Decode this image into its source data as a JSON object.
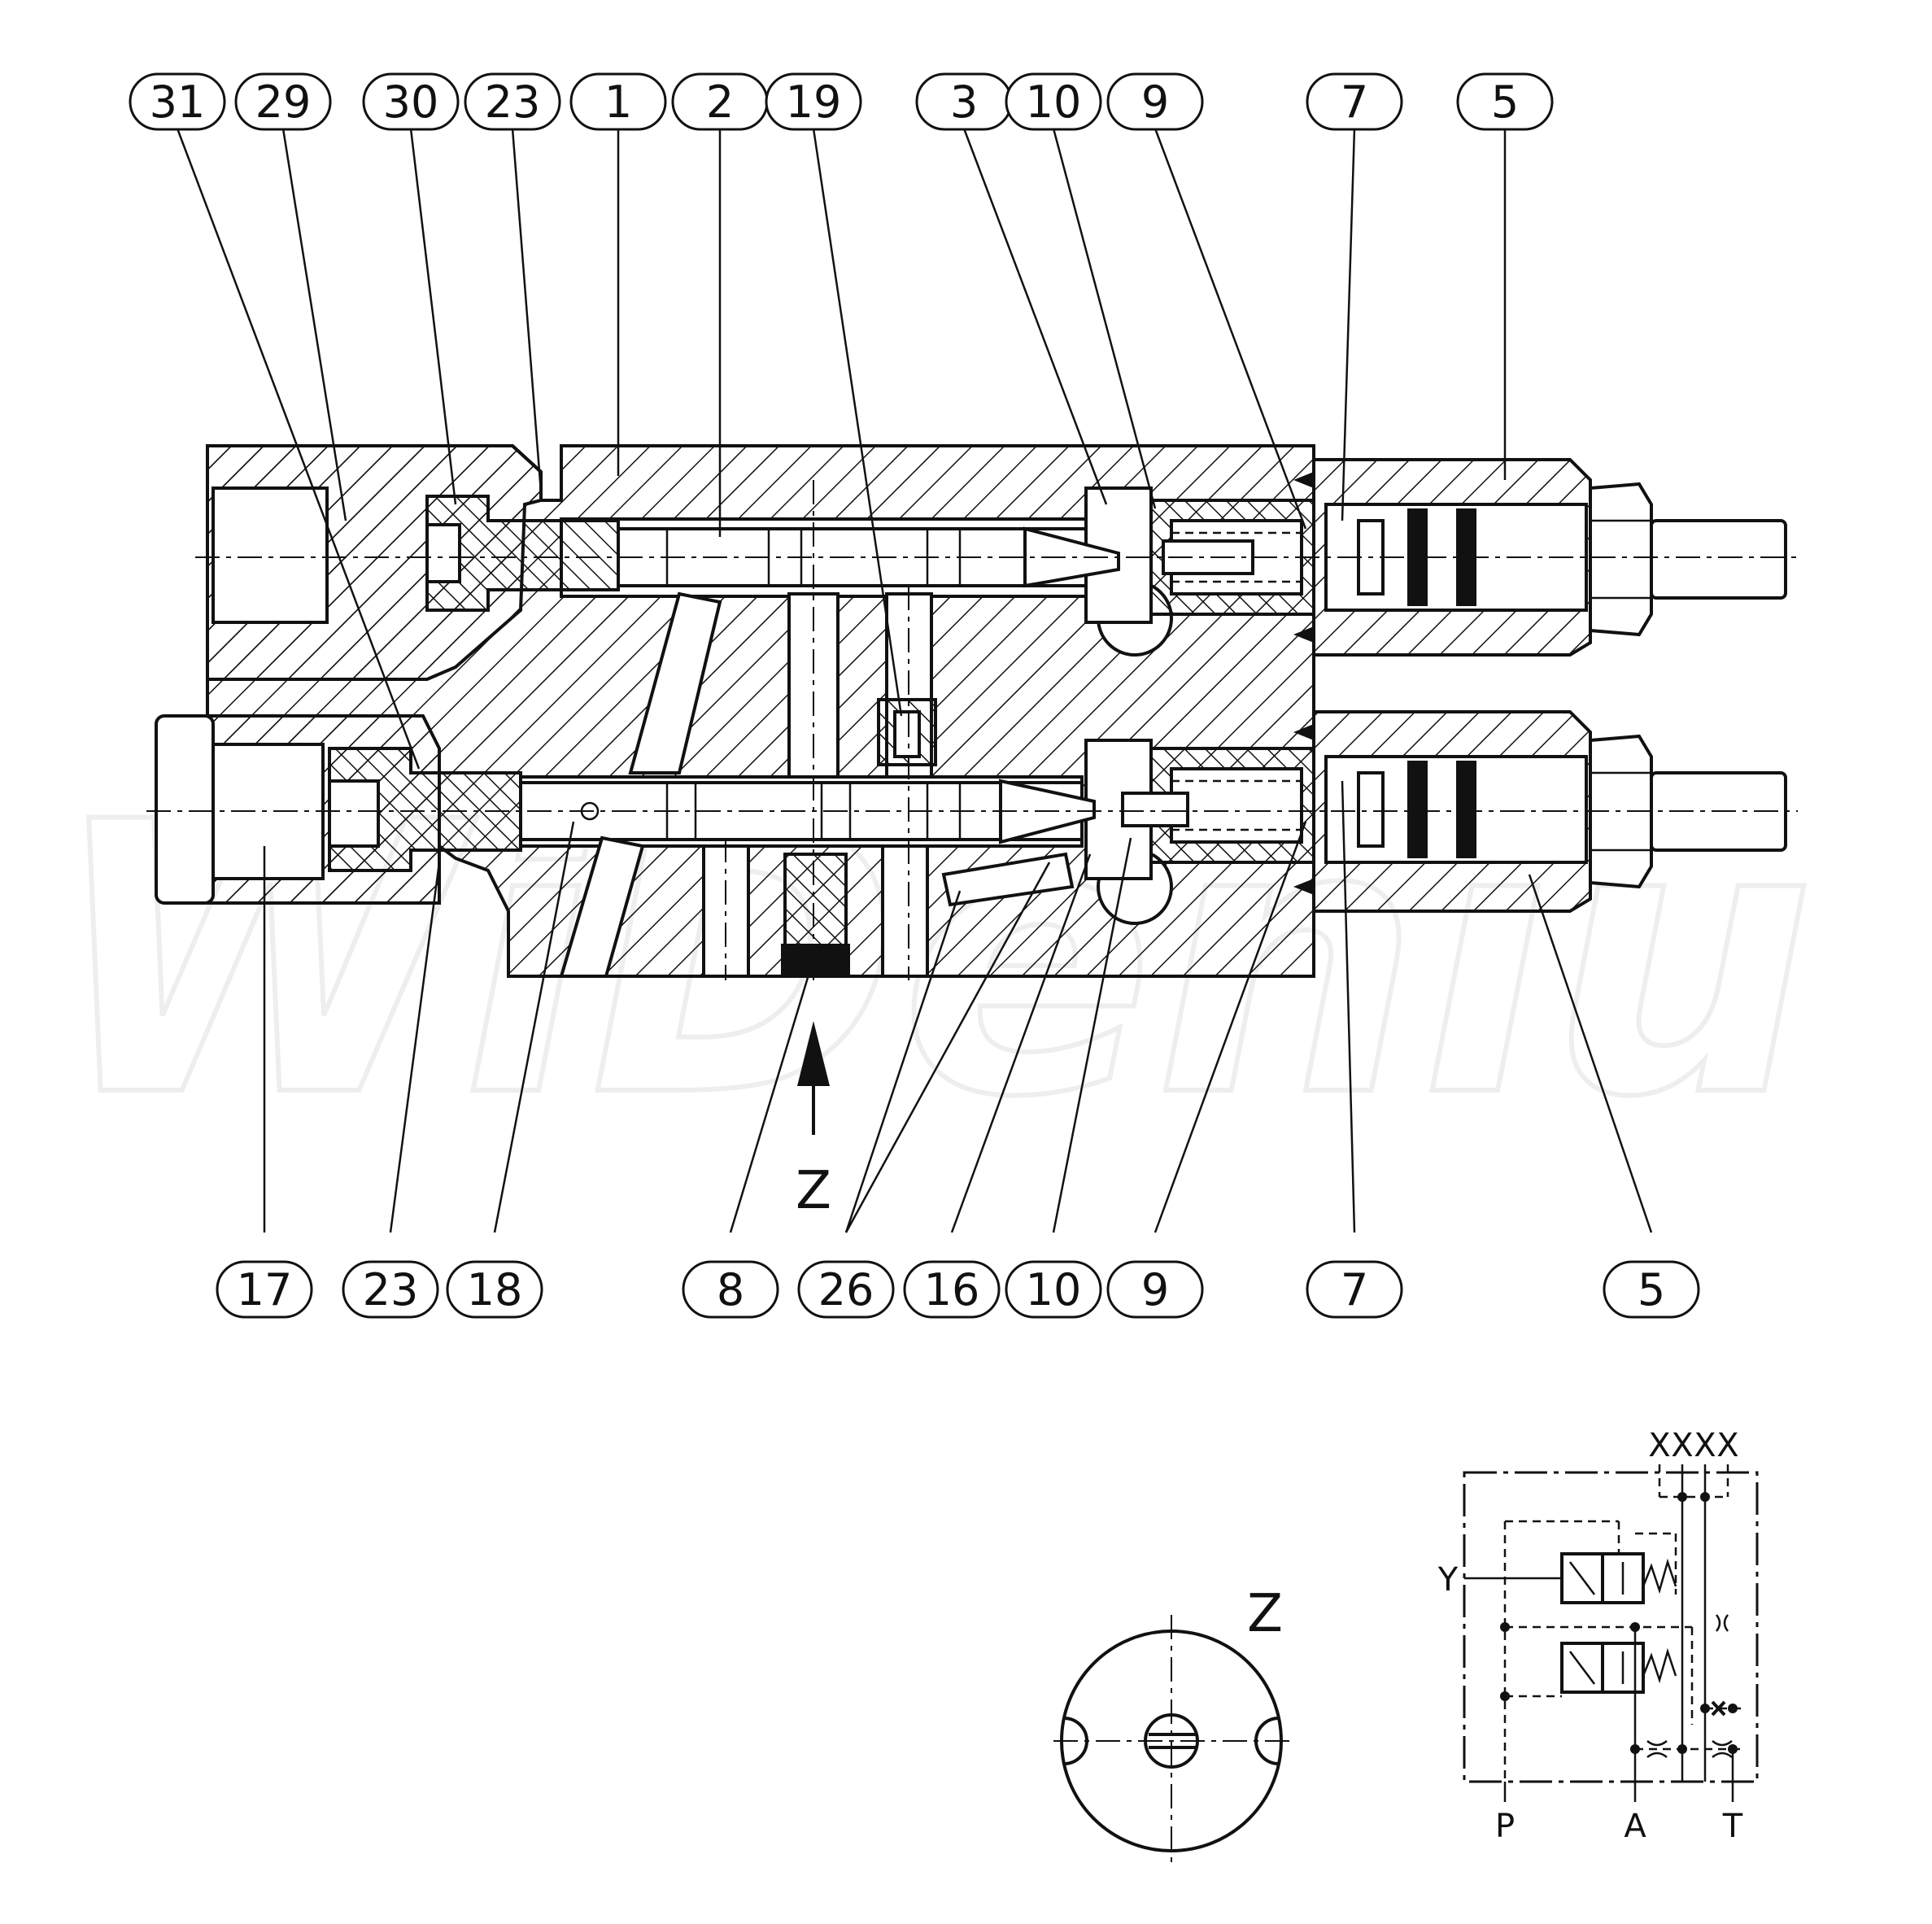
{
  "watermark": "WiDeniu",
  "top_labels": [
    "31",
    "29",
    "30",
    "23",
    "1",
    "2",
    "19",
    "3",
    "10",
    "9",
    "7",
    "5"
  ],
  "bottom_labels": [
    "17",
    "23",
    "18",
    "8",
    "26",
    "16",
    "10",
    "9",
    "7",
    "5"
  ],
  "view_arrow_label": "Z",
  "view_z_title": "Z",
  "schematic": {
    "top_ports": [
      "X",
      "X",
      "X",
      "X"
    ],
    "side_port": "Y",
    "bottom_ports": [
      "P",
      "A",
      "T"
    ]
  }
}
